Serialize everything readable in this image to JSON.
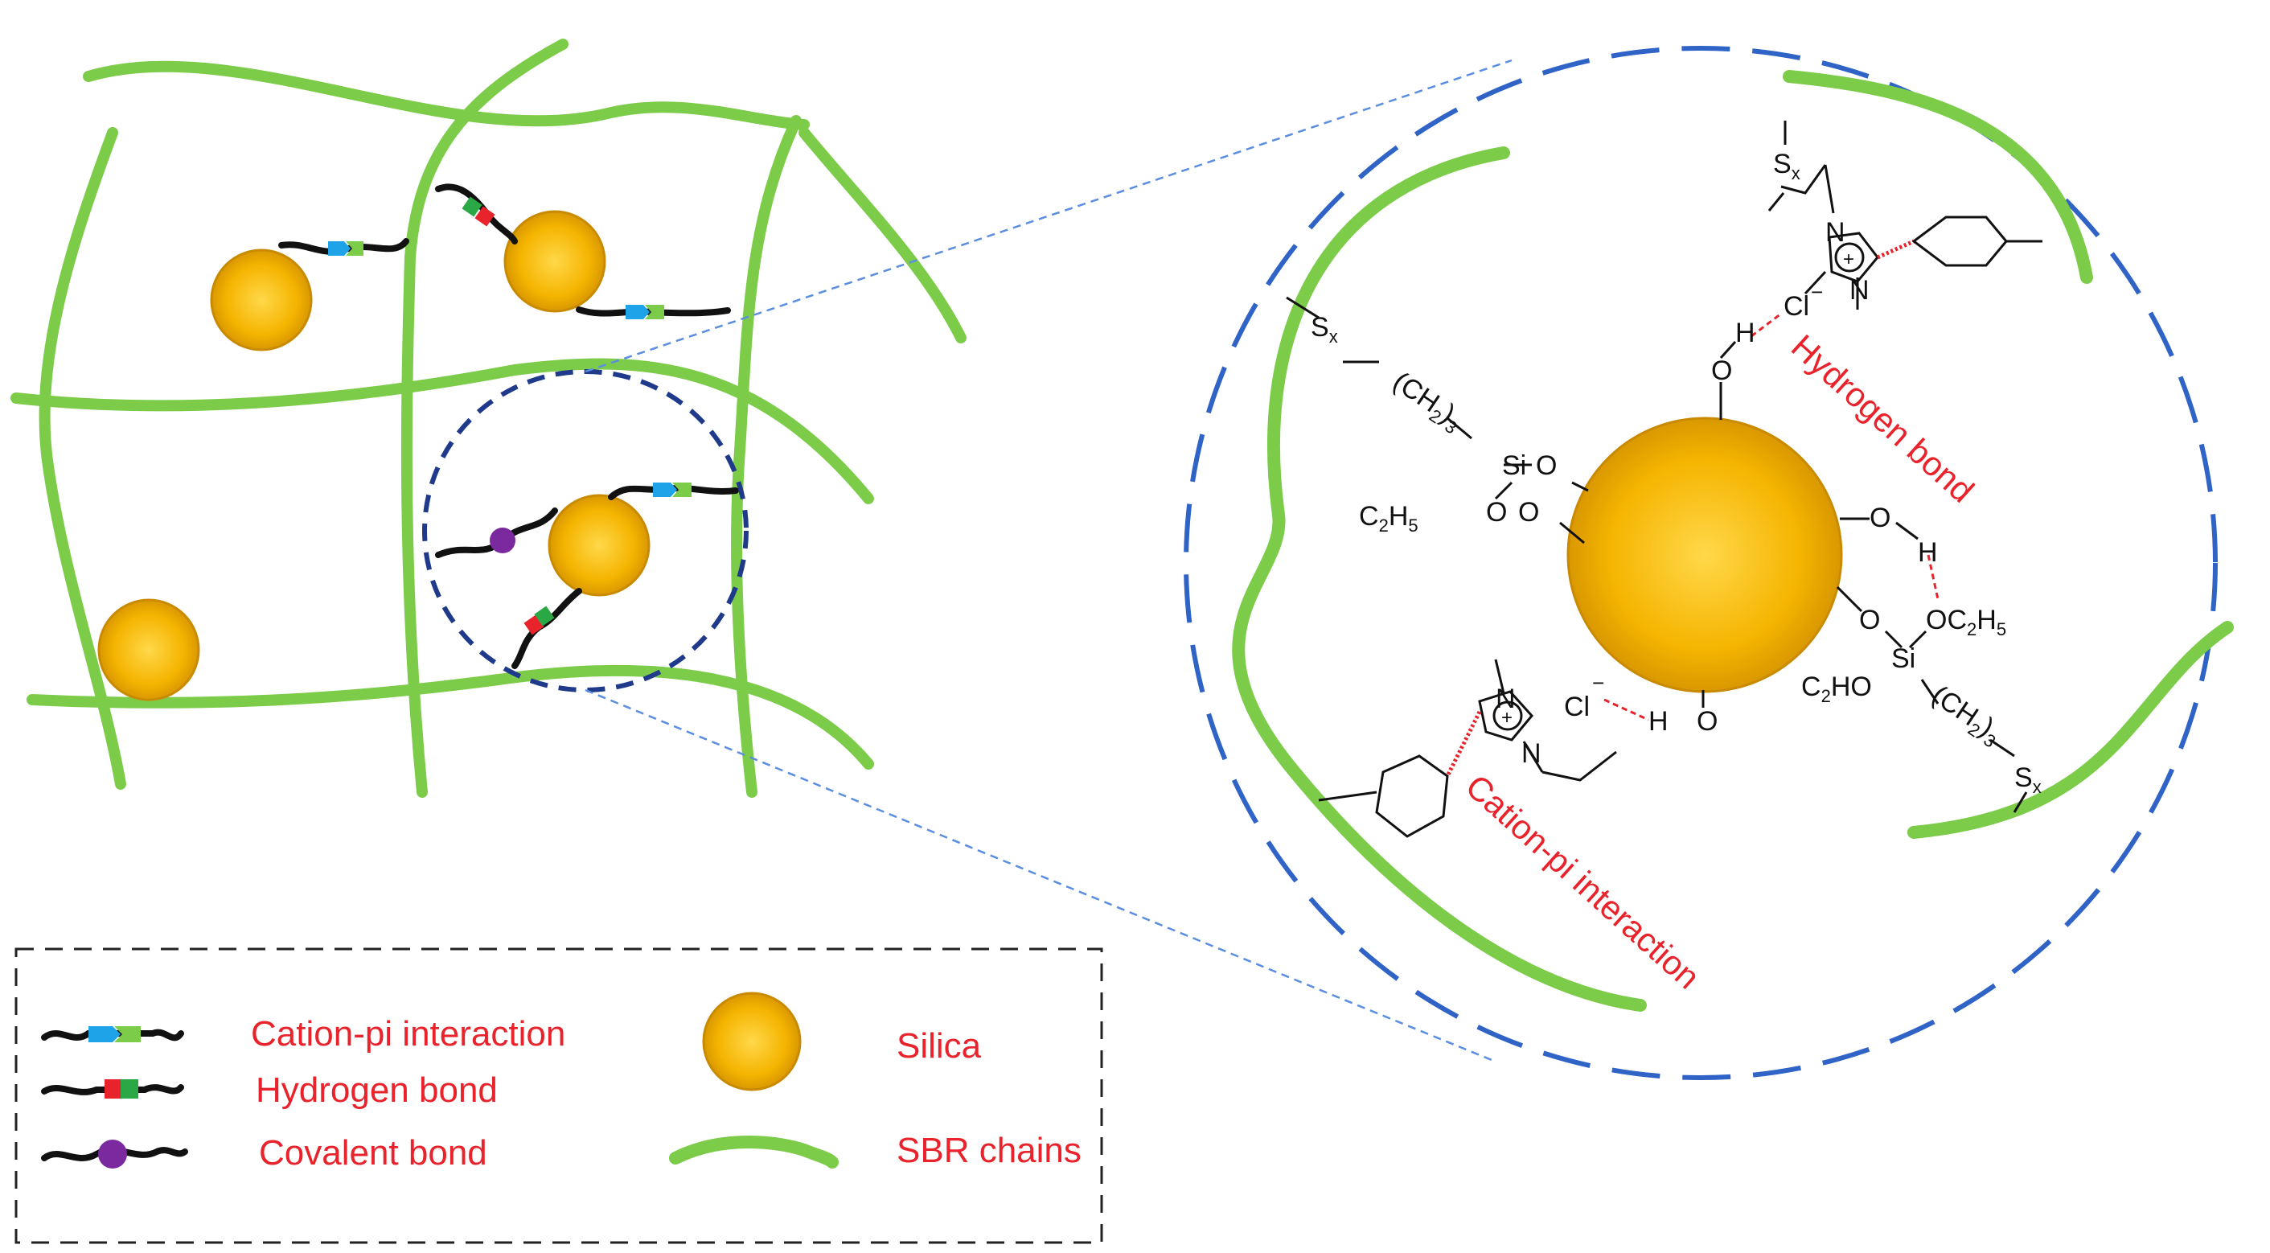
{
  "colors": {
    "sbr_chain": "#7ccc4a",
    "silica_core": "#f5b400",
    "silica_edge": "#c98a00",
    "silica_highlight": "#ffd24a",
    "linker": "#111111",
    "cation_pi_blue": "#1fa3e8",
    "cation_pi_green": "#7ccc4a",
    "hbond_red": "#e8232b",
    "hbond_green": "#2aa845",
    "covalent_purple": "#7a2a9e",
    "zoom_circle_left": "#1f3a8a",
    "zoom_circle_right": "#2f63c6",
    "label_red": "#e8232b",
    "legend_border": "#222222"
  },
  "detail": {
    "hydrogen_bond_label": "Hydrogen bond",
    "cation_pi_label": "Cation-pi interaction",
    "chem": {
      "sx": "S",
      "x_sub": "x",
      "ch2_open": "(CH",
      "ch2_sub2": "2",
      "ch2_close": ")",
      "ch2_sub3": "3",
      "si": "Si",
      "o": "O",
      "h": "H",
      "n": "N",
      "cl": "Cl",
      "minus": "−",
      "plus": "+",
      "c": "C",
      "h5": "H",
      "sub2": "2",
      "sub5": "5"
    }
  },
  "legend": {
    "items": [
      {
        "label": "Cation-pi interaction",
        "icon": "cation-pi-linker-icon"
      },
      {
        "label": "Hydrogen bond",
        "icon": "hydrogen-bond-linker-icon"
      },
      {
        "label": "Covalent bond",
        "icon": "covalent-bond-linker-icon"
      },
      {
        "label": "Silica",
        "icon": "silica-particle-icon"
      },
      {
        "label": "SBR chains",
        "icon": "sbr-chain-icon"
      }
    ]
  }
}
